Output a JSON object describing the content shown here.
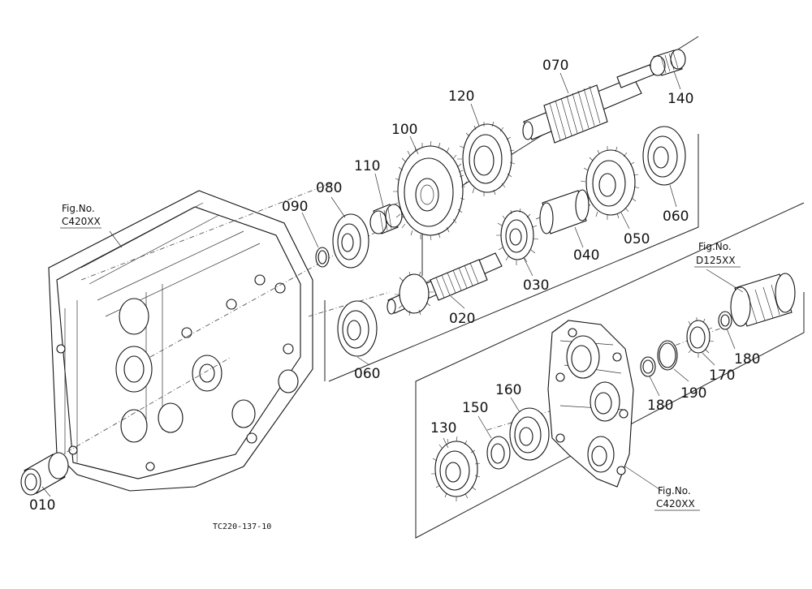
{
  "parts": {
    "p010": "010",
    "p020": "020",
    "p030": "030",
    "p040": "040",
    "p050": "050",
    "p060a": "060",
    "p060b": "060",
    "p070": "070",
    "p080": "080",
    "p090": "090",
    "p100": "100",
    "p110": "110",
    "p120": "120",
    "p130": "130",
    "p140": "140",
    "p150": "150",
    "p160": "160",
    "p170": "170",
    "p180a": "180",
    "p180b": "180",
    "p190": "190"
  },
  "fig_refs": {
    "left": {
      "title": "Fig.No.",
      "code": "C420XX"
    },
    "right_top": {
      "title": "Fig.No.",
      "code": "D125XX"
    },
    "right_bottom": {
      "title": "Fig.No.",
      "code": "C420XX"
    }
  },
  "drawing_code": "TC220-137-10"
}
